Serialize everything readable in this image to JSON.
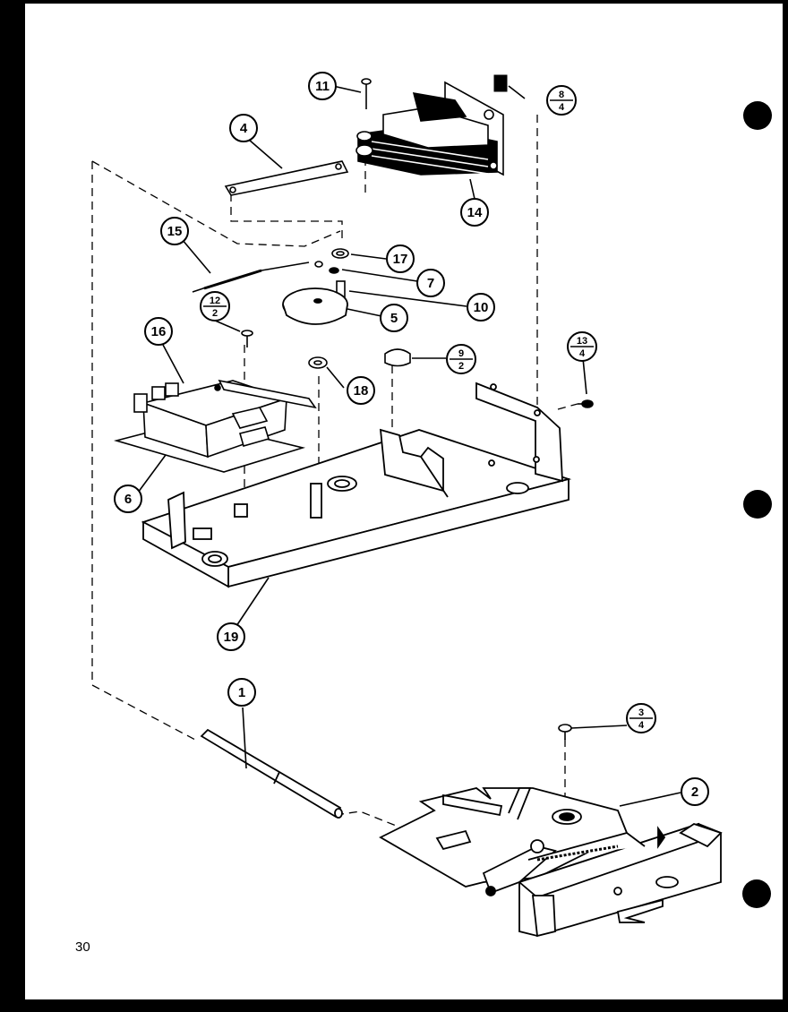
{
  "page": {
    "page_number": "30",
    "background": "#ffffff",
    "border_color": "#000000"
  },
  "callouts": [
    {
      "id": "c1",
      "label": "1"
    },
    {
      "id": "c2",
      "label": "2"
    },
    {
      "id": "c4",
      "label": "4"
    },
    {
      "id": "c5",
      "label": "5"
    },
    {
      "id": "c6",
      "label": "6"
    },
    {
      "id": "c7",
      "label": "7"
    },
    {
      "id": "c10",
      "label": "10"
    },
    {
      "id": "c11",
      "label": "11"
    },
    {
      "id": "c14",
      "label": "14"
    },
    {
      "id": "c15",
      "label": "15"
    },
    {
      "id": "c16",
      "label": "16"
    },
    {
      "id": "c17",
      "label": "17"
    },
    {
      "id": "c18",
      "label": "18"
    },
    {
      "id": "c19",
      "label": "19"
    }
  ],
  "fraction_callouts": [
    {
      "id": "f8",
      "top": "8",
      "bottom": "4"
    },
    {
      "id": "f12",
      "top": "12",
      "bottom": "2"
    },
    {
      "id": "f9",
      "top": "9",
      "bottom": "2"
    },
    {
      "id": "f13",
      "top": "13",
      "bottom": "4"
    },
    {
      "id": "f3",
      "top": "3",
      "bottom": "4"
    }
  ]
}
